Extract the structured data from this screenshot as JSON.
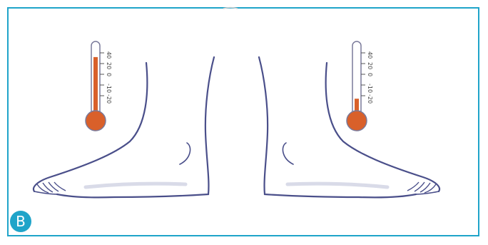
{
  "figure": {
    "label": "B",
    "accent_color": "#1fa4c9",
    "mercury_color": "#d9602a",
    "outline_color": "#4a4f8a"
  },
  "thermometer_left": {
    "ticks": [
      "40",
      "20",
      "0",
      "-10",
      "-20"
    ],
    "level_fraction": 0.85
  },
  "thermometer_right": {
    "ticks": [
      "40",
      "20",
      "0",
      "-10",
      "-20"
    ],
    "level_fraction": 0.3
  }
}
